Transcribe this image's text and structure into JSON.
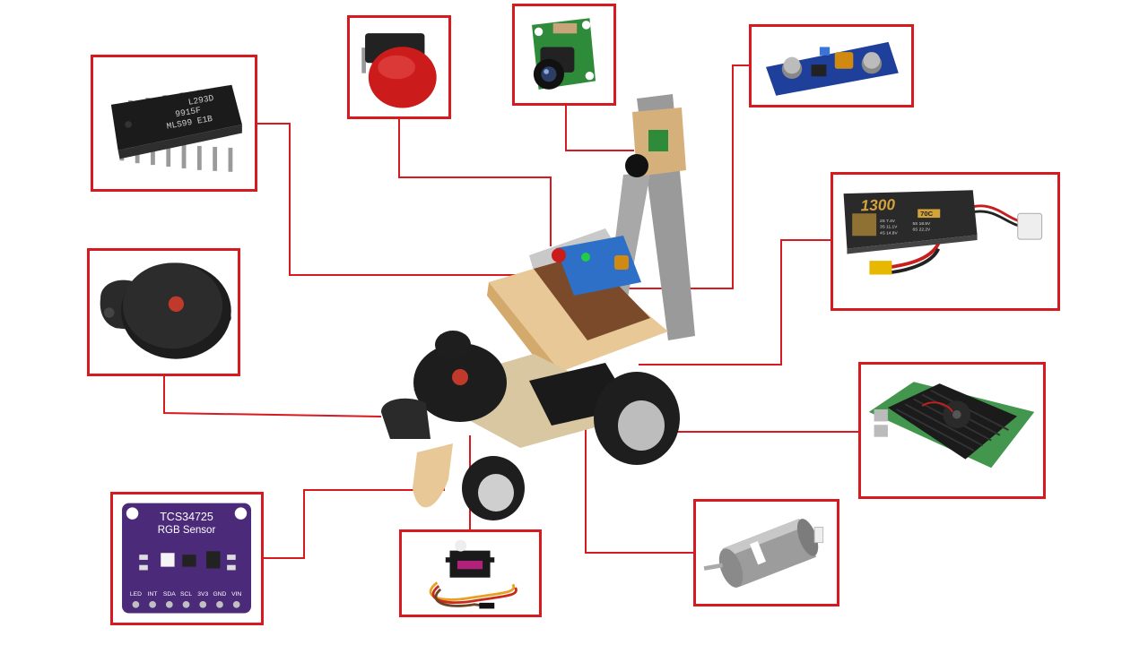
{
  "colors": {
    "frame": "#d71920",
    "connector": "#d71920",
    "pcb_purple": "#4b2a7a",
    "pcb_green": "#2e8b3a",
    "pcb_blue": "#1e3f9a",
    "button_red": "#cc1b1b",
    "lidar_black": "#1d1d1d",
    "lidar_dot": "#c0392b",
    "wood": "#e8c896"
  },
  "components": {
    "ic_chip": {
      "marking_1": "L293D",
      "marking_2": "9915F",
      "marking_3": "MLS99 E1B"
    },
    "push_button": {},
    "camera": {},
    "buck_converter": {},
    "lipo_battery": {
      "capacity": "1300",
      "c_rating": "70C",
      "spec_1": "2S 7.4V",
      "spec_2": "3S 11.1V",
      "spec_3": "4S 14.8V",
      "spec_4": "5S 18.5V",
      "spec_5": "6S 22.2V"
    },
    "lidar": {},
    "raspberry_pi": {},
    "rgb_sensor": {
      "title": "TCS34725",
      "subtitle": "RGB Sensor",
      "pins": [
        "LED",
        "INT",
        "SDA",
        "SCL",
        "3V3",
        "GND",
        "VIN"
      ]
    },
    "servo": {},
    "dc_motor": {}
  }
}
